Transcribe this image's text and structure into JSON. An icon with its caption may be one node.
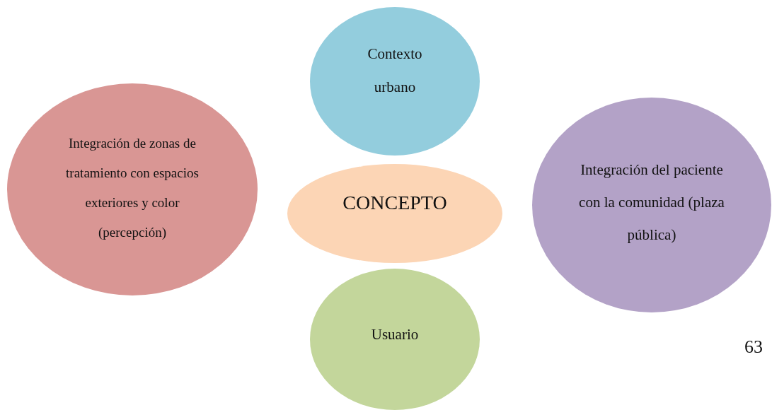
{
  "diagram": {
    "nodes": [
      {
        "text": [
          "Contexto urbano"
        ]
      },
      {
        "text": [
          "Integración de zonas de tratamiento con espacios exteriores y color (percepción)"
        ]
      },
      {
        "text": [
          "CONCEPTO"
        ]
      },
      {
        "text": [
          "Integración del paciente con la comunidad (plaza pública)"
        ]
      },
      {
        "text": [
          "Usuario"
        ]
      }
    ],
    "labels": [
      "63"
    ]
  }
}
